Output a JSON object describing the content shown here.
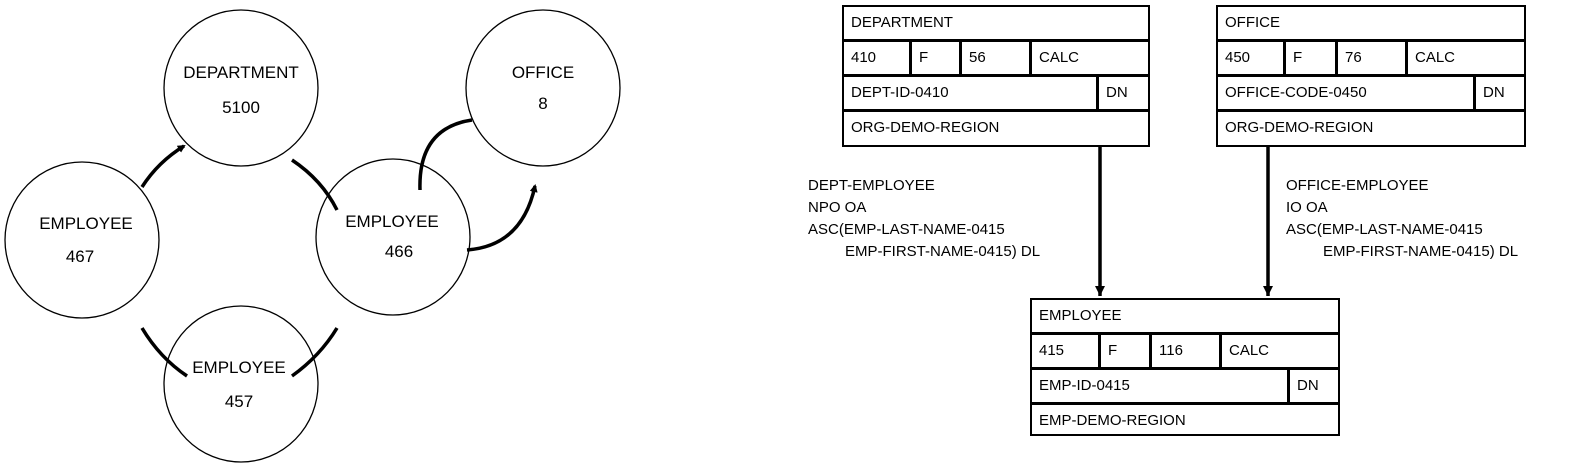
{
  "bachman_overview": {
    "nodes": [
      {
        "name": "DEPARTMENT",
        "id": "5100"
      },
      {
        "name": "EMPLOYEE",
        "id": "467"
      },
      {
        "name": "EMPLOYEE",
        "id": "466"
      },
      {
        "name": "EMPLOYEE",
        "id": "457"
      },
      {
        "name": "OFFICE",
        "id": "8"
      }
    ]
  },
  "records": {
    "department": {
      "name": "DEPARTMENT",
      "id": "410",
      "length_type": "F",
      "length": "56",
      "location": "CALC",
      "calc_key": "DEPT-ID-0410",
      "duplicates": "DN",
      "area": "ORG-DEMO-REGION"
    },
    "office": {
      "name": "OFFICE",
      "id": "450",
      "length_type": "F",
      "length": "76",
      "location": "CALC",
      "calc_key": "OFFICE-CODE-0450",
      "duplicates": "DN",
      "area": "ORG-DEMO-REGION"
    },
    "employee": {
      "name": "EMPLOYEE",
      "id": "415",
      "length_type": "F",
      "length": "116",
      "location": "CALC",
      "calc_key": "EMP-ID-0415",
      "duplicates": "DN",
      "area": "EMP-DEMO-REGION"
    }
  },
  "sets": {
    "dept_employee": {
      "name": "DEPT-EMPLOYEE",
      "pointers": "NPO OA",
      "order_line1": "ASC(EMP-LAST-NAME-0415",
      "order_line2": "EMP-FIRST-NAME-0415) DL"
    },
    "office_employee": {
      "name": "OFFICE-EMPLOYEE",
      "pointers": "IO OA",
      "order_line1": "ASC(EMP-LAST-NAME-0415",
      "order_line2": "EMP-FIRST-NAME-0415) DL"
    }
  }
}
